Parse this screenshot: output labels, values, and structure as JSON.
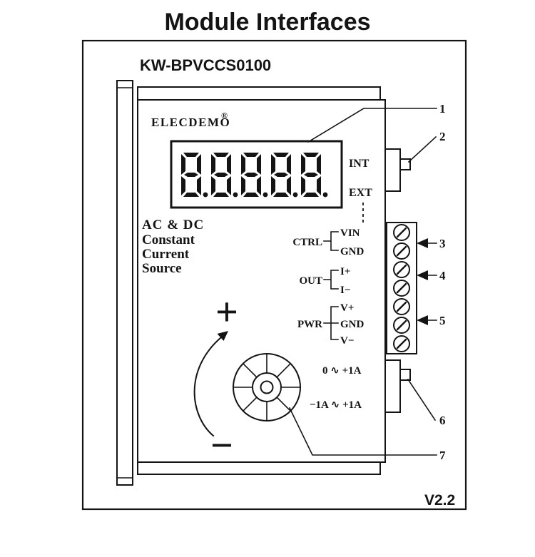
{
  "title": "Module Interfaces",
  "model": "KW-BPVCCS0100",
  "brand": {
    "name": "ELECDEMO",
    "reg": "®"
  },
  "display": {
    "value": "8.8.8.8.8."
  },
  "description": {
    "line1": "AC & DC",
    "line2": "Constant",
    "line3": "Current",
    "line4": "Source"
  },
  "mode_labels": {
    "int": "INT",
    "ext": "EXT"
  },
  "pin_groups": [
    {
      "label": "CTRL",
      "pins": [
        "VIN",
        "GND"
      ]
    },
    {
      "label": "OUT",
      "pins": [
        "I+",
        "I−"
      ]
    },
    {
      "label": "PWR",
      "pins": [
        "V+",
        "GND",
        "V−"
      ]
    }
  ],
  "terminal_block": {
    "screw_count": 7
  },
  "range_labels": {
    "line1": "0 ∿ +1A",
    "line2": "−1A ∿ +1A"
  },
  "knob": {
    "plus": "+",
    "minus": "−"
  },
  "callouts": [
    "1",
    "2",
    "3",
    "4",
    "5",
    "6",
    "7"
  ],
  "version": "V2.2"
}
